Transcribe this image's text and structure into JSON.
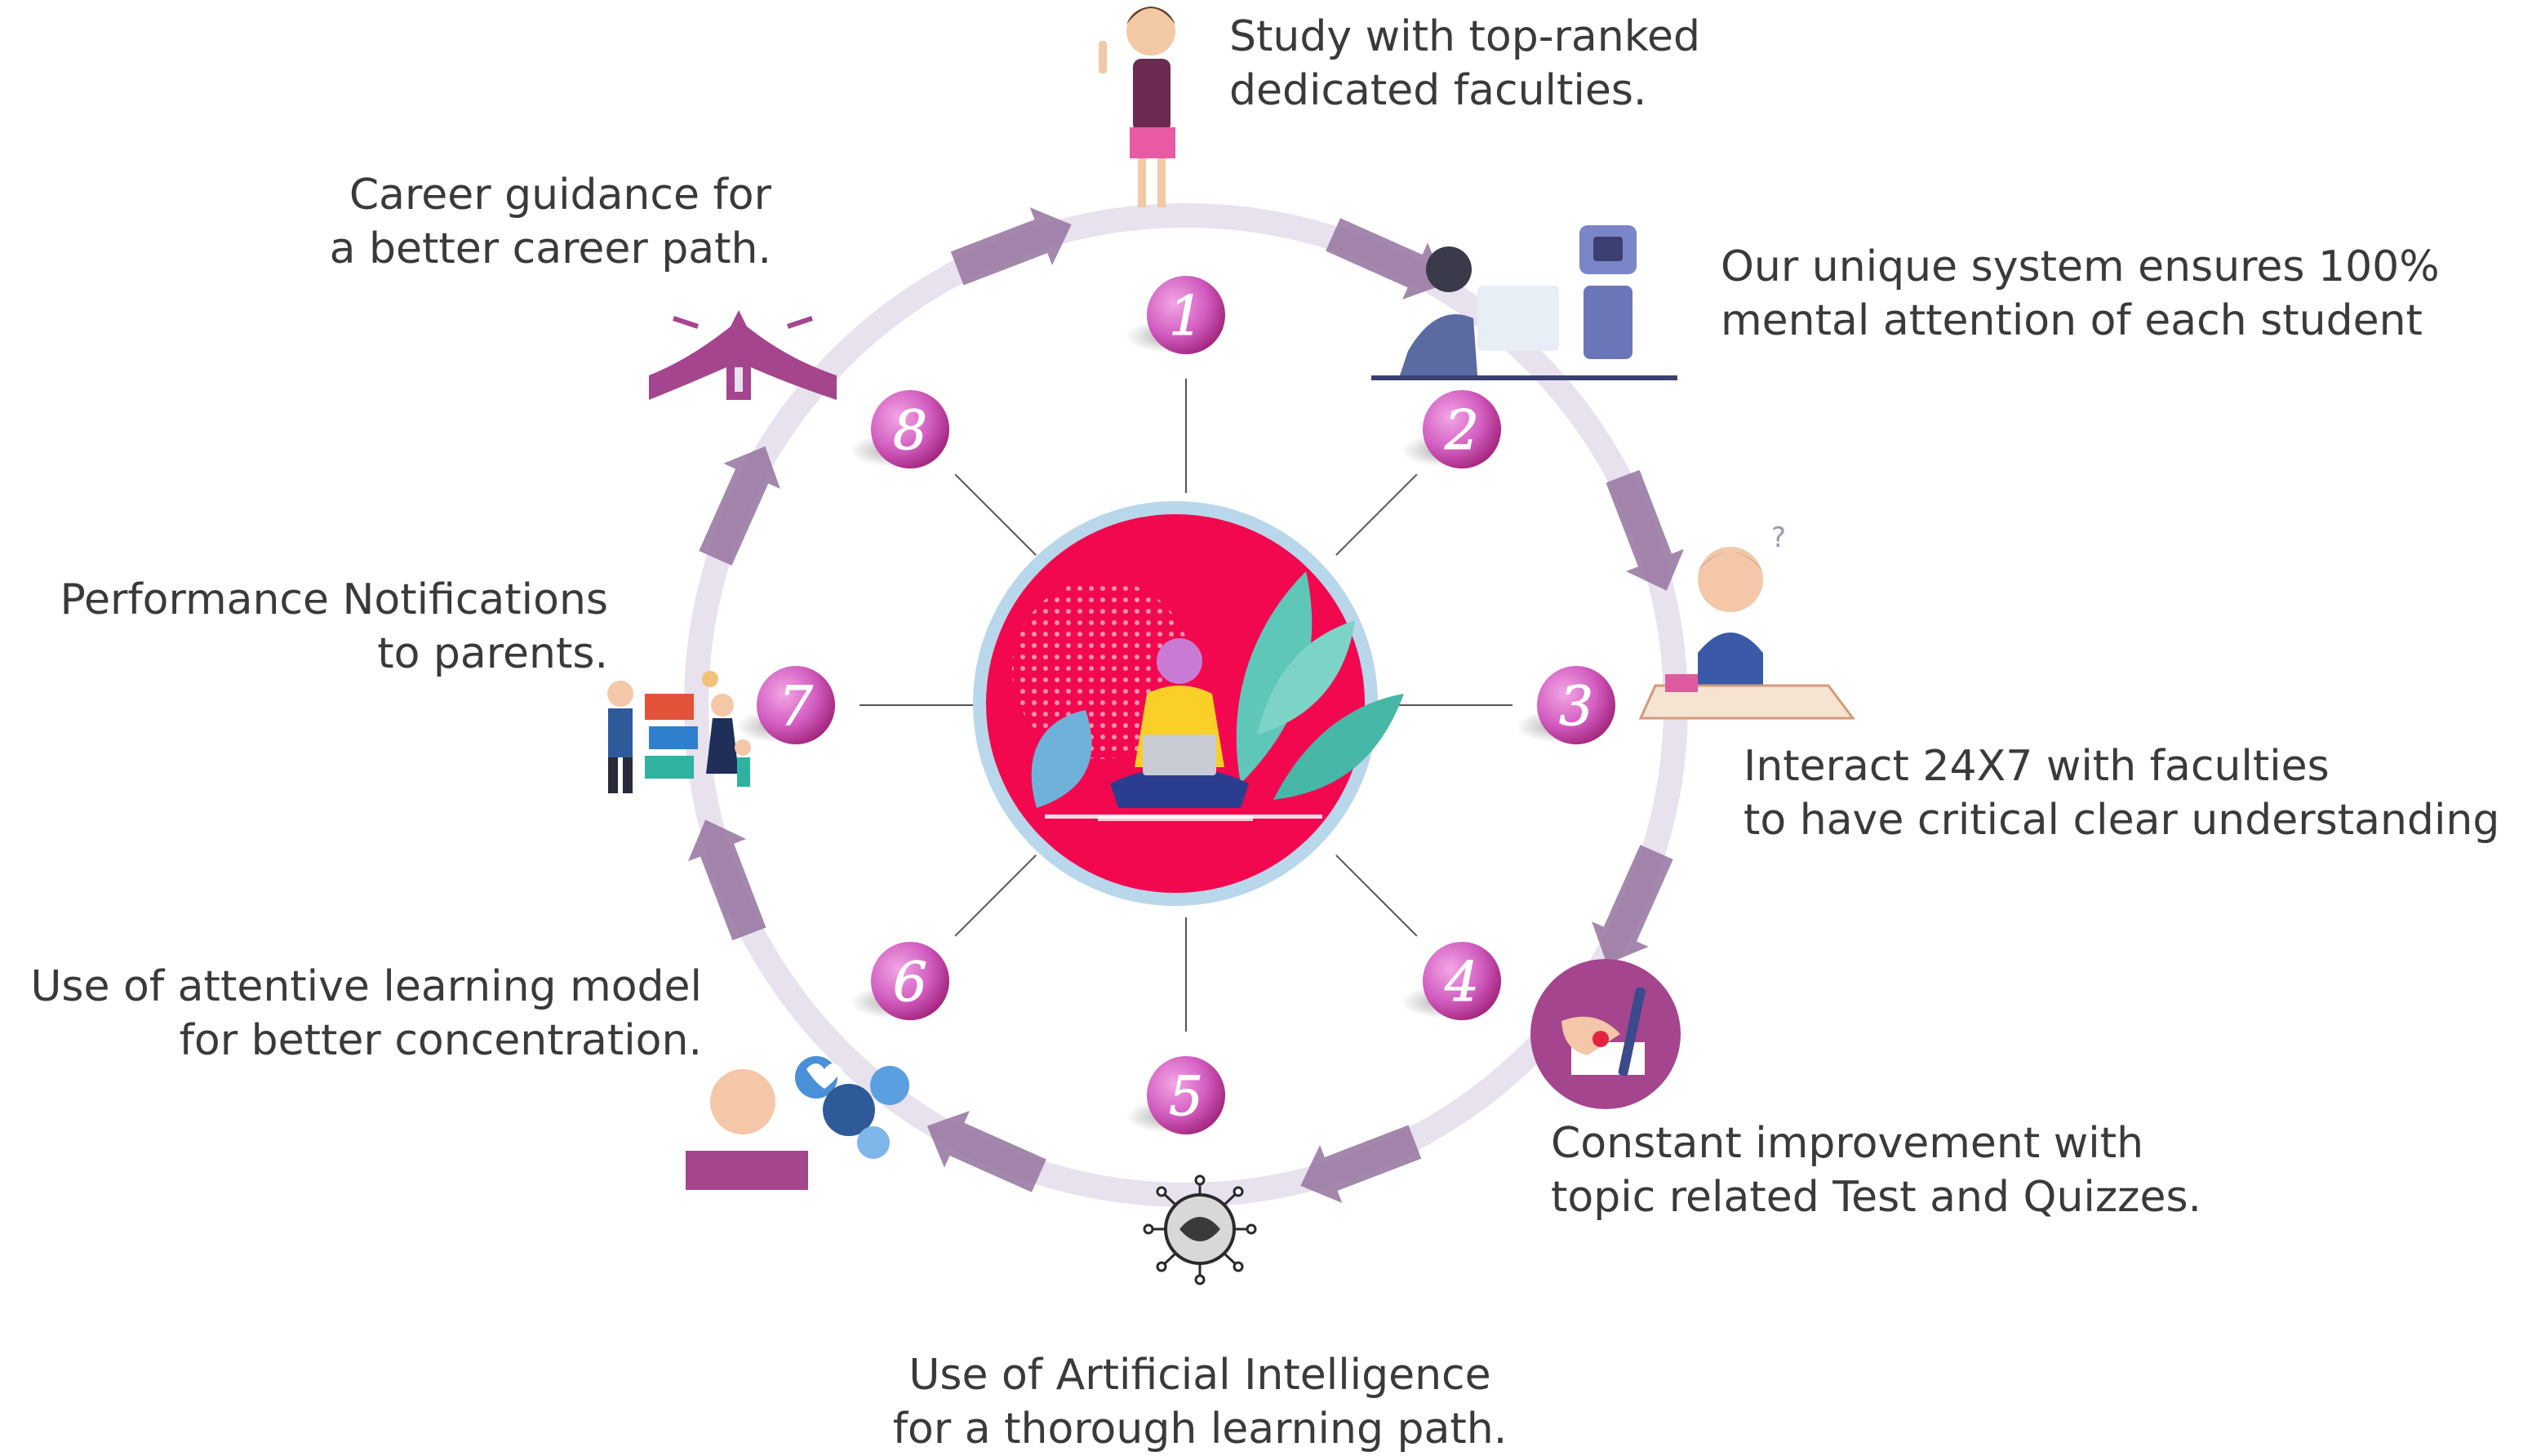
{
  "colors": {
    "ring": "#e8e1ee",
    "arrow": "#9a7aa3",
    "badge_light": "#e07bd1",
    "badge_dark": "#a3207a",
    "center_fill": "#f2084f",
    "center_border": "#b9d7ea",
    "text": "#3a3a3a",
    "spoke": "#555555",
    "accent_purple": "#a4458e"
  },
  "steps": [
    {
      "number": "1",
      "icon": "teacher-icon",
      "lines": [
        "Study with top-ranked",
        "dedicated faculties."
      ]
    },
    {
      "number": "2",
      "icon": "robot-student-icon",
      "lines": [
        "Our unique system ensures 100%",
        "mental attention of each student"
      ]
    },
    {
      "number": "3",
      "icon": "studying-boy-icon",
      "lines": [
        "Interact 24X7 with faculties",
        "to have critical clear understanding"
      ]
    },
    {
      "number": "4",
      "icon": "writing-hand-icon",
      "lines": [
        "Constant improvement with",
        "topic related Test and Quizzes."
      ]
    },
    {
      "number": "5",
      "icon": "ai-brain-icon",
      "lines": [
        "Use of Artificial Intelligence",
        "for a thorough learning path."
      ]
    },
    {
      "number": "6",
      "icon": "attentive-learning-icon",
      "lines": [
        "Use of attentive learning model",
        "for better concentration."
      ]
    },
    {
      "number": "7",
      "icon": "parents-notification-icon",
      "lines": [
        "Performance Notifications",
        "to parents."
      ]
    },
    {
      "number": "8",
      "icon": "career-crossroads-icon",
      "lines": [
        "Career guidance for",
        "a better career path."
      ]
    }
  ]
}
